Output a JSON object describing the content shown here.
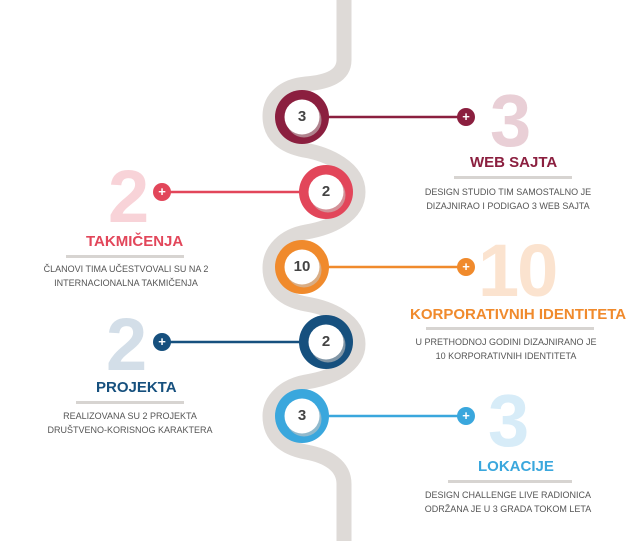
{
  "milestones": [
    {
      "big": "3",
      "title": "WEB SAJTA",
      "line1": "DESIGN STUDIO TIM SAMOSTALNO JE",
      "line2": "DIZAJNIRAO I PODIGAO 3 WEB SAJTA",
      "circle": "3",
      "color": "#8b1f3f",
      "faded": "#e9cfd6"
    },
    {
      "big": "2",
      "title": "TAKMIČENJA",
      "line1": "ČLANOVI TIMA UČESTVOVALI SU NA 2",
      "line2": "INTERNACIONALNA TAKMIČENJA",
      "circle": "2",
      "color": "#e2465a",
      "faded": "#f8d3d8"
    },
    {
      "big": "10",
      "title": "KORPORATIVNIH IDENTITETA",
      "line1": "U PRETHODNOJ GODINI DIZAJNIRANO JE",
      "line2": "10 KORPORATIVNIH IDENTITETA",
      "circle": "10",
      "color": "#f08a2c",
      "faded": "#fbe3cf"
    },
    {
      "big": "2",
      "title": "PROJEKTA",
      "line1": "REALIZOVANA SU 2 PROJEKTA",
      "line2": "DRUŠTVENO-KORISNOG KARAKTERA",
      "circle": "2",
      "color": "#16507e",
      "faded": "#d3dee8"
    },
    {
      "big": "3",
      "title": "LOKACIJE",
      "line1": "DESIGN CHALLENGE LIVE RADIONICA",
      "line2": "ODRŽANA JE U 3 GRADA TOKOM LETA",
      "circle": "3",
      "color": "#3aa7dd",
      "faded": "#d7ecf8"
    }
  ],
  "plus_glyph": "+"
}
